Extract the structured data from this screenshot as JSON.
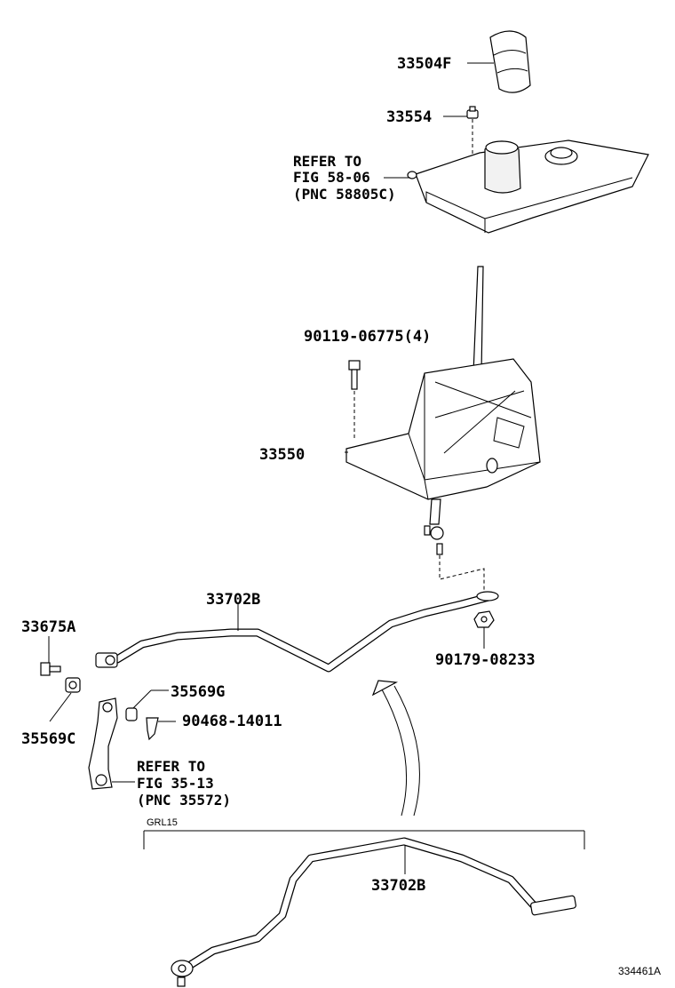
{
  "labels": {
    "knob": "33504F",
    "cap": "33554",
    "refer1_line1": "REFER TO",
    "refer1_line2": "FIG 58-06",
    "refer1_line3": "(PNC 58805C)",
    "bolt": "90119-06775(4)",
    "shift_assembly": "33550",
    "rod_upper": "33702B",
    "screw": "33675A",
    "nut": "90179-08233",
    "bushing_g": "35569G",
    "pin": "90468-14011",
    "bushing_c": "35569C",
    "refer2_line1": "REFER TO",
    "refer2_line2": "FIG 35-13",
    "refer2_line3": "(PNC 35572)",
    "variant": "GRL15",
    "rod_lower": "33702B",
    "drawing_id": "334461A"
  }
}
